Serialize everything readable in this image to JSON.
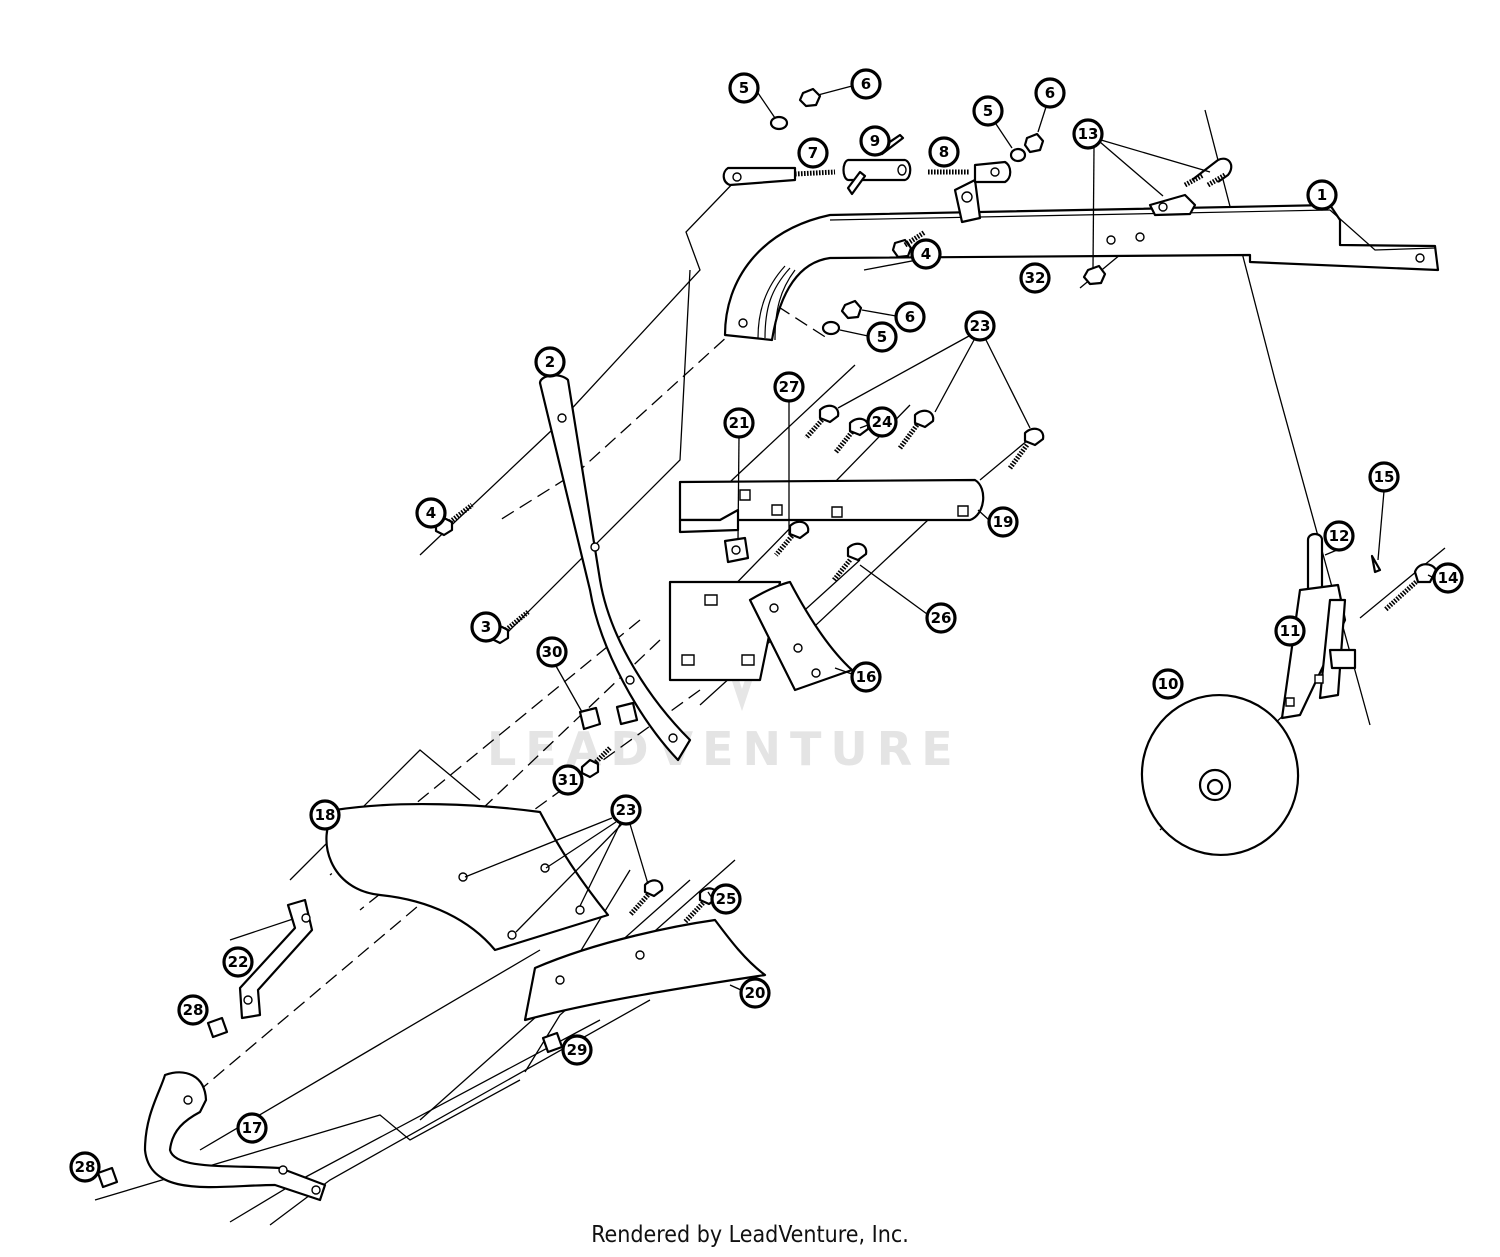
{
  "watermark": "LEADVENTURE",
  "footer": "Rendered by LeadVenture, Inc.",
  "callouts": [
    "5",
    "6",
    "7",
    "9",
    "8",
    "5",
    "6",
    "13",
    "1",
    "4",
    "32",
    "6",
    "5",
    "23",
    "2",
    "27",
    "24",
    "21",
    "4",
    "19",
    "3",
    "26",
    "30",
    "16",
    "31",
    "12",
    "11",
    "15",
    "14",
    "10",
    "18",
    "23",
    "25",
    "22",
    "28",
    "20",
    "29",
    "17",
    "28"
  ]
}
